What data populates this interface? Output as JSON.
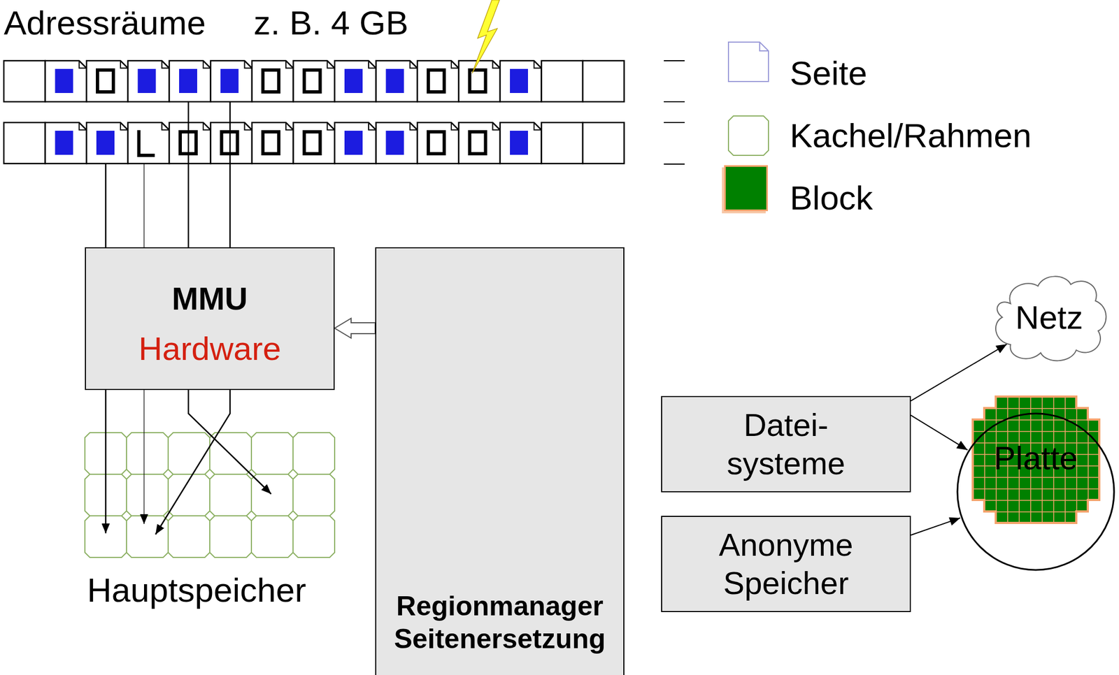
{
  "diagram": {
    "nodes": [
      {
        "text": [
          "MMU",
          "Hardware"
        ]
      },
      {
        "text": [
          "Regionmanager Seitenersetzung"
        ]
      },
      {
        "text": [
          "Netz"
        ]
      },
      {
        "text": [
          "Datei- systeme"
        ]
      },
      {
        "text": [
          "Platte"
        ]
      },
      {
        "text": [
          "Anonyme Speicher"
        ]
      }
    ],
    "edges": [
      {
        "from": 1,
        "to": 0,
        "arrow": "to"
      },
      {
        "from": 3,
        "to": 2,
        "arrow": "to"
      },
      {
        "from": 3,
        "to": 4,
        "arrow": "to"
      },
      {
        "from": 5,
        "to": 4,
        "arrow": "to"
      }
    ],
    "labels": [
      "Adressräume",
      "z. B. 4 GB",
      "Hauptspeicher"
    ],
    "legend": [
      {
        "text": "Seite"
      },
      {
        "text": "Kachel/Rahmen"
      },
      {
        "text": "Block",
        "color": "#008000"
      }
    ]
  }
}
